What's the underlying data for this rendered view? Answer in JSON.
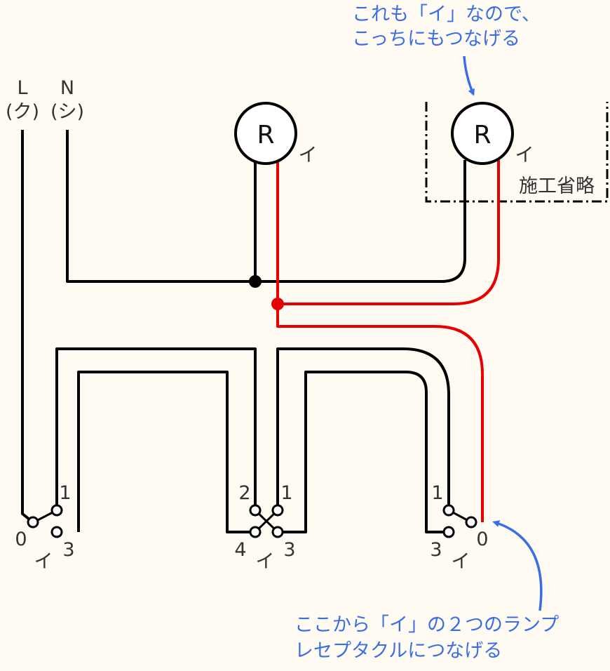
{
  "colors": {
    "background": "#fffbf2",
    "wire_black": "#000000",
    "wire_red": "#e60000",
    "annotation_blue": "#3b6ee6"
  },
  "power": {
    "L": "L",
    "L_sub": "(ク)",
    "N": "N",
    "N_sub": "(シ)"
  },
  "lamps": {
    "lamp1_symbol": "R",
    "lamp1_tag": "イ",
    "lamp2_symbol": "R",
    "lamp2_tag": "イ",
    "omitted_label": "施工省略"
  },
  "switches": {
    "left": {
      "t1": "1",
      "t0": "0",
      "t3": "3",
      "tag": "イ"
    },
    "middle": {
      "t2": "2",
      "t1": "1",
      "t4": "4",
      "t3": "3",
      "tag": "イ"
    },
    "right": {
      "t1": "1",
      "t3": "3",
      "t0": "0",
      "tag": "イ"
    }
  },
  "annotations": {
    "top_line1": "これも「イ」なので、",
    "top_line2": "こっちにもつなげる",
    "bottom_line1": "ここから「イ」の２つのランプ",
    "bottom_line2": "レセプタクルにつなげる"
  }
}
